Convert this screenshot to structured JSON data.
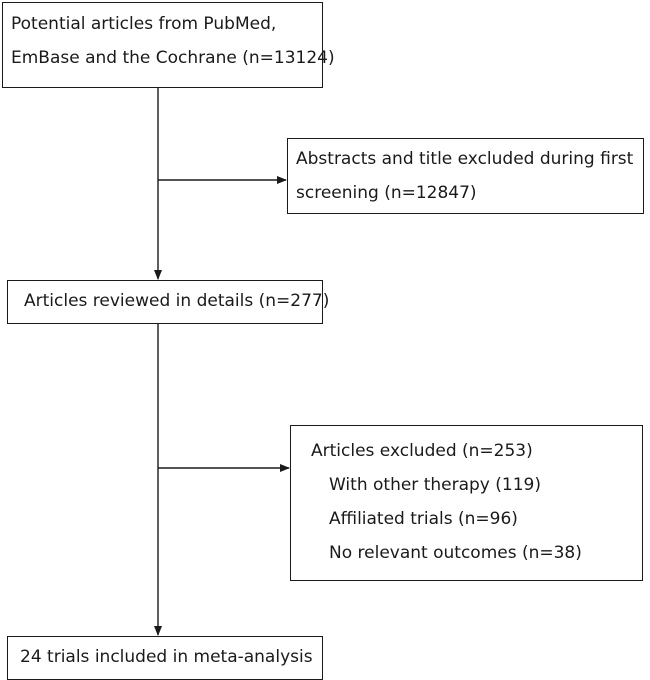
{
  "boxes": {
    "sources": {
      "lines": [
        "Potential articles from PubMed,",
        "EmBase and the Cochrane (n=13124)"
      ]
    },
    "excluded_first": {
      "lines": [
        "Abstracts and title excluded during first",
        "screening (n=12847)"
      ]
    },
    "reviewed": {
      "text": "Articles reviewed in details (n=277)"
    },
    "excluded_second": {
      "title": "Articles excluded (n=253)",
      "reasons": [
        "With other therapy (119)",
        "Affiliated trials (n=96)",
        "No relevant outcomes (n=38)"
      ]
    },
    "included": {
      "text": "24 trials included in meta-analysis"
    }
  }
}
